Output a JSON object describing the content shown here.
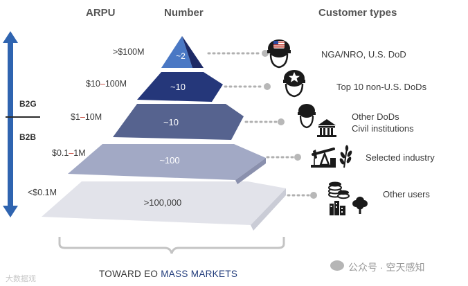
{
  "headers": {
    "arpu": "ARPU",
    "number": "Number",
    "customer_types": "Customer types"
  },
  "segments": {
    "b2g": "B2G",
    "b2b": "B2B"
  },
  "tiers": [
    {
      "arpu_pre": ">$100M",
      "arpu_dash": "",
      "arpu_post": "",
      "number": "~2",
      "customer_lines": [
        "NGA/NRO, U.S. DoD"
      ],
      "icon": "soldier-helmet-us-flag-icon"
    },
    {
      "arpu_pre": "$10",
      "arpu_dash": "–",
      "arpu_post": "100M",
      "number": "~10",
      "customer_lines": [
        "Top 10 non-U.S. DoDs"
      ],
      "icon": "soldier-helmet-star-icon"
    },
    {
      "arpu_pre": "$1",
      "arpu_dash": "–",
      "arpu_post": "10M",
      "number": "~10",
      "customer_lines": [
        "Other DoDs",
        "Civil institutions"
      ],
      "icon": "helmet-and-institution-icon"
    },
    {
      "arpu_pre": "$0.1",
      "arpu_dash": "–",
      "arpu_post": "1M",
      "number": "~100",
      "customer_lines": [
        "Selected industry"
      ],
      "icon": "oil-pump-and-crop-icon"
    },
    {
      "arpu_pre": "<$0.1M",
      "arpu_dash": "",
      "arpu_post": "",
      "number": ">100,000",
      "customer_lines": [
        "Other users"
      ],
      "icon": "coins-city-tree-icon"
    }
  ],
  "footer": {
    "pre": "TOWARD EO ",
    "highlight": "MASS MARKETS"
  },
  "watermark_right": "公众号 · 空天感知",
  "watermark_left": "大数据观",
  "colors": {
    "arrow": "#2f64b0",
    "tier_fills": [
      "#4a78c4",
      "#25377a",
      "#56638f",
      "#a2a9c5",
      "#e2e3ea"
    ],
    "footer_highlight": "#1f3a7a",
    "range_dash": "#c0392b"
  }
}
